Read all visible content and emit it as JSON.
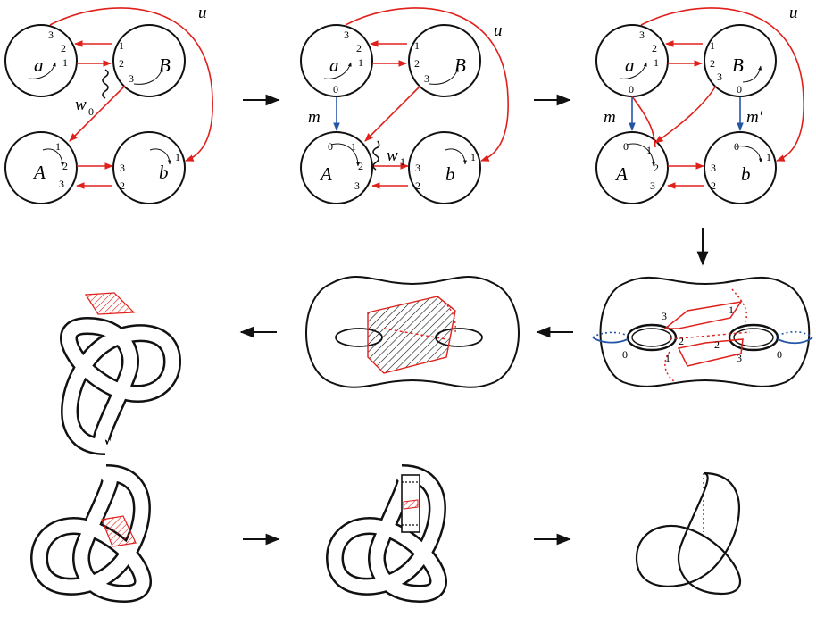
{
  "panels": {
    "p1": {
      "discs": {
        "a": "a",
        "B": "B",
        "A": "A",
        "b": "b"
      },
      "nums": {
        "a_top": "3",
        "a_mid": "2",
        "a_low": "1",
        "B_1": "1",
        "B_2": "2",
        "B_3": "3",
        "A_1": "1",
        "A_2": "2",
        "A_3": "3",
        "b_3": "3",
        "b_2": "2",
        "b_1": "1"
      },
      "labels": {
        "u": "u",
        "w": "w",
        "w_sub": "0"
      }
    },
    "p2": {
      "discs": {
        "a": "a",
        "B": "B",
        "A": "A",
        "b": "b"
      },
      "nums": {
        "a_top": "3",
        "a_mid": "2",
        "a_low": "1",
        "a_0": "0",
        "B_1": "1",
        "B_2": "2",
        "B_3": "3",
        "A_0": "0",
        "A_1": "1",
        "A_2": "2",
        "A_3": "3",
        "b_3": "3",
        "b_2": "2",
        "b_1": "1"
      },
      "labels": {
        "u": "u",
        "m": "m",
        "w": "w",
        "w_sub": "1"
      }
    },
    "p3": {
      "discs": {
        "a": "a",
        "B": "B",
        "A": "A",
        "b": "b"
      },
      "nums": {
        "a_top": "3",
        "a_mid": "2",
        "a_low": "1",
        "a_0": "0",
        "B_1": "1",
        "B_2": "2",
        "B_3": "3",
        "B_0": "0",
        "A_0": "0",
        "A_1": "1",
        "A_2": "2",
        "A_3": "3",
        "b_0": "0",
        "b_3": "3",
        "b_2": "2",
        "b_1": "1"
      },
      "labels": {
        "u": "u",
        "m": "m",
        "m_prime": "m′"
      }
    },
    "p4": {
      "nums": {
        "n3": "3",
        "n1_top": "1",
        "n0_left": "0",
        "n2_left": "2",
        "n1_bot": "1",
        "n2_right": "2",
        "n3_bot": "3",
        "n0_right": "0"
      }
    }
  },
  "colors": {
    "red": "#e0201b",
    "blue": "#2456a8",
    "black": "#111111"
  }
}
